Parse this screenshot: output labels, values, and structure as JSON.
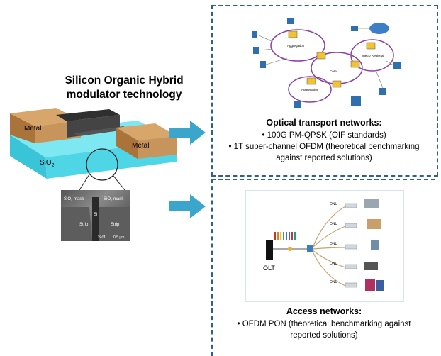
{
  "left": {
    "title_line1": "Silicon Organic Hybrid",
    "title_line2": "modulator technology",
    "device_labels": {
      "metal_left": "Metal",
      "metal_right": "Metal",
      "substrate": "SiO",
      "substrate_sub": "2"
    },
    "sem_labels": {
      "sio2_mask_left": "SiO₂ mask",
      "sio2_mask_right": "SiO₂ mask",
      "strip_left": "Strip",
      "strip_right": "Strip",
      "slot": "Slot",
      "si": "Si",
      "scale": "0.5 µm"
    }
  },
  "top_section": {
    "heading": "Optical transport networks:",
    "bullets": [
      "• 100G PM-QPSK (OIF standards)",
      "• 1T super-channel OFDM (theoretical benchmarking",
      "against reported solutions)"
    ],
    "diagram_labels": [
      "Aggregation",
      "Core",
      "Aggregation",
      "Metro Regional"
    ]
  },
  "bottom_section": {
    "heading": "Access networks:",
    "bullets": [
      "• OFDM PON (theoretical benchmarking against",
      "reported solutions)"
    ],
    "diagram_labels": {
      "olt": "OLT",
      "onu": "ONU"
    }
  },
  "colors": {
    "arrow": "#3aa6cc",
    "dash_border": "#2d5f93",
    "metal": "#c7955b",
    "substrate": "#4fd6e6"
  }
}
